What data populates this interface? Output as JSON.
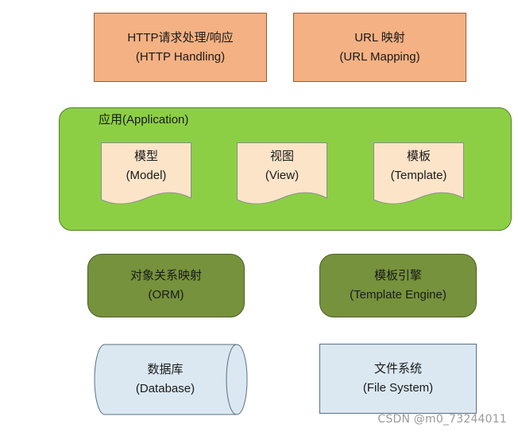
{
  "http": {
    "line1": "HTTP请求处理/响应",
    "line2": "(HTTP Handling)"
  },
  "url": {
    "line1": "URL 映射",
    "line2": "(URL Mapping)"
  },
  "app": {
    "label": "应用(Application)"
  },
  "model": {
    "line1": "模型",
    "line2": "(Model)"
  },
  "view": {
    "line1": "视图",
    "line2": "(View)"
  },
  "template": {
    "line1": "模板",
    "line2": "(Template)"
  },
  "orm": {
    "line1": "对象关系映射",
    "line2": "(ORM)"
  },
  "engine": {
    "line1": "模板引擎",
    "line2": "(Template Engine)"
  },
  "database": {
    "line1": "数据库",
    "line2": "(Database)"
  },
  "filesystem": {
    "line1": "文件系统",
    "line2": "(File System)"
  },
  "watermark": "CSDN @m0_73244011",
  "colors": {
    "orange_fill": "#f4b183",
    "app_fill": "#8ccf45",
    "doc_fill": "#fce4c9",
    "olive_fill": "#76923c",
    "blue_fill": "#dbe8f2"
  }
}
